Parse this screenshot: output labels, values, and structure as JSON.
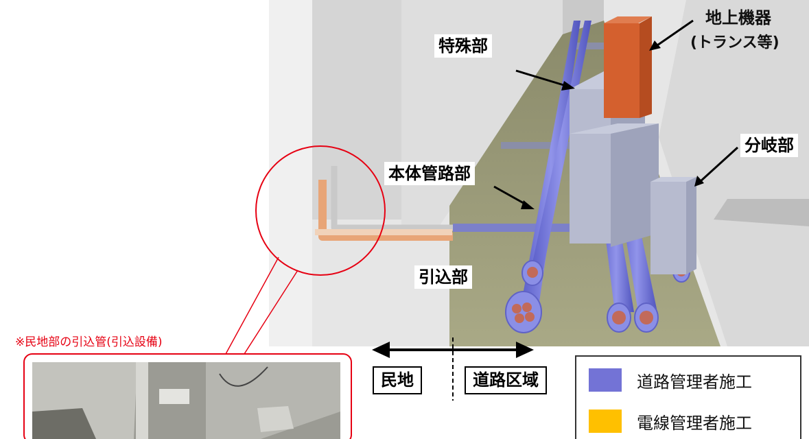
{
  "labels": {
    "ground_equipment": "地上機器",
    "ground_equipment_sub": "(トランス等)",
    "special_section": "特殊部",
    "branch_section": "分岐部",
    "main_conduit": "本体管路部",
    "lead_in": "引込部",
    "private_lead_note": "※民地部の引込管(引込設備)",
    "private_land": "民地",
    "road_area": "道路区域"
  },
  "legend": {
    "items": [
      {
        "label": "道路管理者施工",
        "color": "#7373d6"
      },
      {
        "label": "電線管理者施工",
        "color": "#ffc000"
      }
    ]
  },
  "colors": {
    "road_conduit": "#6f72d8",
    "private_conduit": "#e39a6a",
    "transformer": "#d4602e",
    "callout": "#e60012",
    "box": "#b8bdd2"
  }
}
